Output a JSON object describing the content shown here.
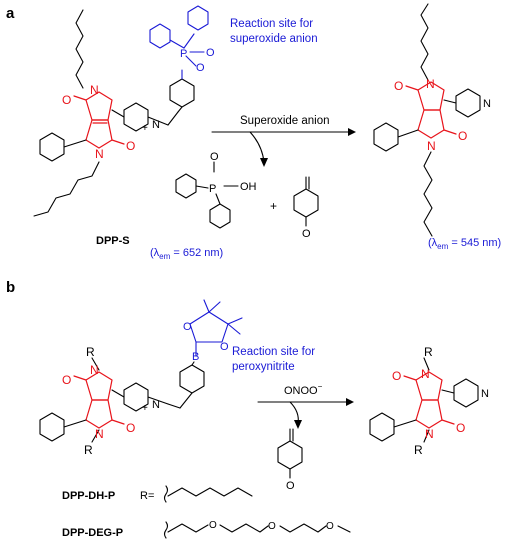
{
  "panel_a": {
    "label": "a",
    "annotation_line1": "Reaction site for",
    "annotation_line2": "superoxide anion",
    "reagent": "Superoxide anion",
    "compound": "DPP-S",
    "lambda_left": "(λ",
    "lambda_left_sub": "em",
    "lambda_left_value": " = 652 nm)",
    "lambda_right": "(λ",
    "lambda_right_sub": "em",
    "lambda_right_value": " = 545 nm)",
    "atom_P": "P",
    "atom_O_double": "O",
    "atom_O_ether": "O",
    "byproduct_atom_P": "P",
    "byproduct_OH": "OH",
    "byproduct_O_double": "O",
    "plus": "+",
    "quinone_O": "O",
    "pyridinium_N": "N",
    "pyridinium_charge": "+",
    "product_pyridine_N": "N"
  },
  "panel_b": {
    "label": "b",
    "annotation_line1": "Reaction site for",
    "annotation_line2": "peroxynitrite",
    "reagent": "ONOO",
    "reagent_charge": "−",
    "compound_1": "DPP-DH-P",
    "compound_1_rgroup": "R=",
    "compound_2": "DPP-DEG-P",
    "atom_B": "B",
    "boronate_O1": "O",
    "boronate_O2": "O",
    "R_top": "R",
    "R_bottom": "R",
    "product_R_top": "R",
    "product_R_bottom": "R",
    "quinone_O": "O",
    "pyridinium_N": "N",
    "pyridinium_charge": "+",
    "product_pyridine_N": "N",
    "deg_O1": "O",
    "deg_O2": "O",
    "deg_O3": "O"
  },
  "colors": {
    "core": "#e8141b",
    "reactive_site": "#1a1ad6",
    "text": "#000000"
  }
}
